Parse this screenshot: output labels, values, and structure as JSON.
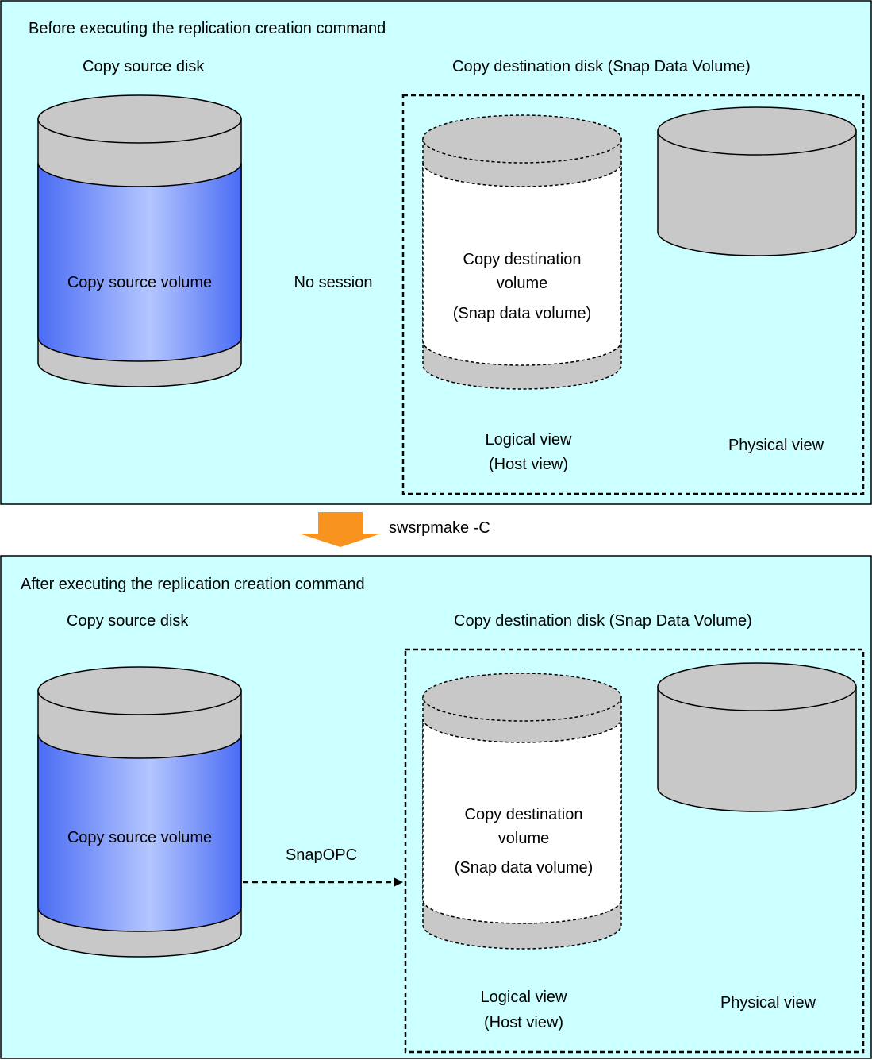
{
  "colors": {
    "panel_bg": "#ccffff",
    "disk_gray": "#c8c8c8",
    "volume_blue": "#4a6cf4",
    "volume_blue_light": "#b4c6ff",
    "arrow_orange": "#f7931e",
    "snap_white": "#ffffff"
  },
  "before": {
    "title": "Before executing the replication creation command",
    "source_disk_label": "Copy source disk",
    "source_volume_label": "Copy source volume",
    "relation_label": "No session",
    "dest_disk_label": "Copy destination disk (Snap Data Volume)",
    "dest_volume_line1": "Copy destination",
    "dest_volume_line2": "volume",
    "dest_volume_line3": "(Snap data volume)",
    "logical_view_line1": "Logical view",
    "logical_view_line2": "(Host view)",
    "physical_view": "Physical view"
  },
  "command": {
    "label": "swsrpmake -C",
    "icon": "down-arrow-icon"
  },
  "after": {
    "title": "After executing the replication creation command",
    "source_disk_label": "Copy source disk",
    "source_volume_label": "Copy source volume",
    "relation_label": "SnapOPC",
    "dest_disk_label": "Copy destination disk (Snap Data Volume)",
    "dest_volume_line1": "Copy destination",
    "dest_volume_line2": "volume",
    "dest_volume_line3": "(Snap data volume)",
    "logical_view_line1": "Logical view",
    "logical_view_line2": "(Host view)",
    "physical_view": "Physical view"
  }
}
